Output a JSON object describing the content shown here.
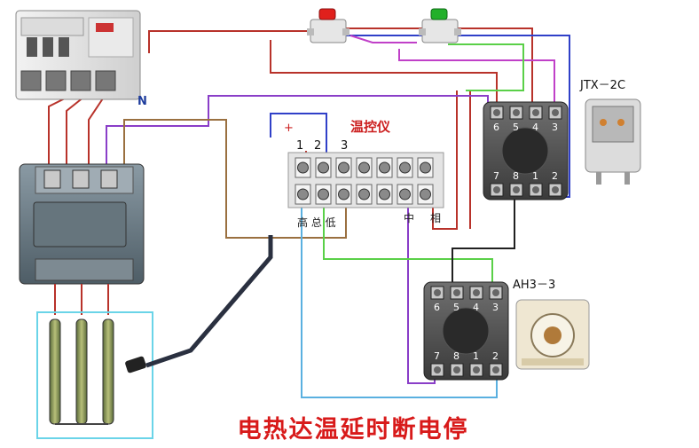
{
  "title": "电热达温延时断电停",
  "controller": {
    "name": "温控仪",
    "plus": "+",
    "term1": "1",
    "term2": "2",
    "term3": "3",
    "bottom_labels": "高 总 低",
    "zhong": "中",
    "xiang": "相"
  },
  "relay": {
    "model": "JTX－2C",
    "pins_top": [
      "6",
      "5",
      "4",
      "3"
    ],
    "pins_bottom": [
      "7",
      "8",
      "1",
      "2"
    ]
  },
  "timer": {
    "model": "AH3－3",
    "pins_top": [
      "6",
      "5",
      "4",
      "3"
    ],
    "pins_bottom": [
      "7",
      "8",
      "1",
      "2"
    ]
  },
  "breaker": {
    "neutral": "N"
  },
  "buttons": {
    "stop_color": "#e0201c",
    "start_color": "#22b02a"
  },
  "wire_colors": {
    "red": "#b8322a",
    "blue": "#3040c8",
    "magenta": "#c040c8",
    "purple": "#8a3ec8",
    "brown": "#9a7040",
    "green": "#5ad048",
    "black": "#202020",
    "light_blue": "#5ab0e0"
  }
}
